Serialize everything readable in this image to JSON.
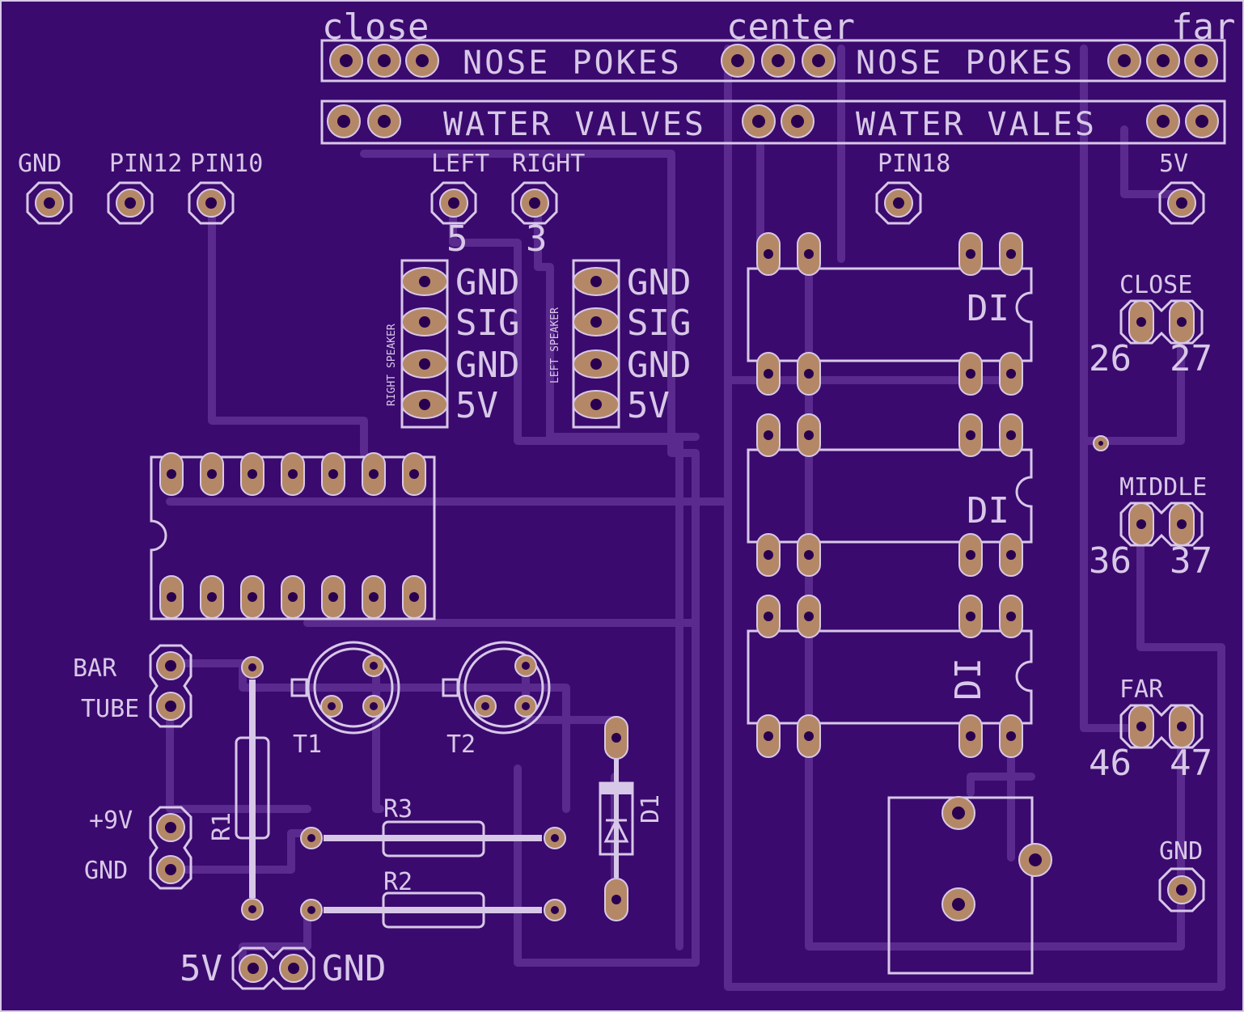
{
  "colors": {
    "board": "#3a0a6e",
    "silkscreen": "#d8c8e8",
    "pad": "#b48866",
    "trace": "#5a2a8e"
  },
  "header_labels": {
    "close": "close",
    "center": "center",
    "far": "far"
  },
  "nose_pokes": [
    "NOSE POKES",
    "NOSE POKES"
  ],
  "water_valves": [
    "WATER VALVES",
    "WATER VALES"
  ],
  "top_pins": {
    "gnd": "GND",
    "pin12": "PIN12",
    "pin10": "PIN10",
    "left": "LEFT",
    "right": "RIGHT",
    "pin18": "PIN18",
    "five_v": "5V"
  },
  "speaker_pin_numbers": {
    "left": "5",
    "right": "3"
  },
  "right_speaker": {
    "title": "RIGHT SPEAKER",
    "pins": [
      "GND",
      "SIG",
      "GND",
      "5V"
    ]
  },
  "left_speaker": {
    "title": "LEFT SPEAKER",
    "pins": [
      "GND",
      "SIG",
      "GND",
      "5V"
    ]
  },
  "dip_labels": [
    "DI",
    "DI",
    "DI"
  ],
  "sensors": [
    {
      "label": "CLOSE",
      "pins": [
        "26",
        "27"
      ]
    },
    {
      "label": "MIDDLE",
      "pins": [
        "36",
        "37"
      ]
    },
    {
      "label": "FAR",
      "pins": [
        "46",
        "47"
      ]
    }
  ],
  "connectors": {
    "bar": "BAR",
    "tube": "TUBE",
    "plus9v": "+9V",
    "gnd": "GND",
    "five_v_bottom": "5V",
    "gnd_bottom": "GND",
    "gnd_right": "GND"
  },
  "components": {
    "t1": "T1",
    "t2": "T2",
    "r1": "R1",
    "r2": "R2",
    "r3": "R3",
    "d1": "D1"
  }
}
